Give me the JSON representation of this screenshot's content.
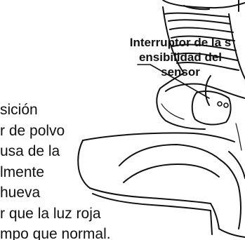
{
  "callout": {
    "lines": [
      "Interruptor de la s",
      "ensibilidad del",
      "sensor"
    ]
  },
  "body_text": {
    "lines": [
      "sición",
      "r de polvo",
      "usa de la",
      "lmente",
      "hueva",
      "r que la luz roja",
      "mpo que normal."
    ]
  },
  "icons": {
    "illustration": "vacuum-cleaner-base-illustration",
    "leader_line": "callout-leader-line"
  },
  "colors": {
    "ink": "#111111",
    "paper": "#ffffff"
  }
}
